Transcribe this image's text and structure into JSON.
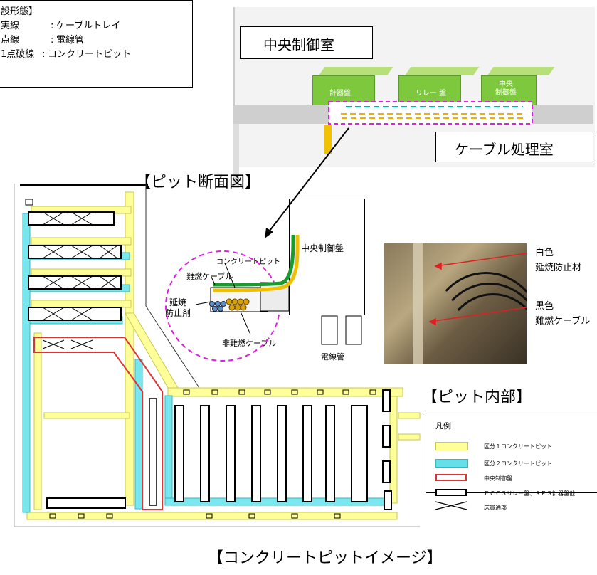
{
  "legend_top": {
    "title": "設形態】",
    "rows": [
      {
        "kind": "実線",
        "sep": ":",
        "desc": "ケーブルトレイ"
      },
      {
        "kind": "点線",
        "sep": ":",
        "desc": "電線管"
      },
      {
        "kind": "1点破線",
        "sep": ":",
        "desc": "コンクリートピット"
      }
    ]
  },
  "building": {
    "control_room": "中央制御室",
    "cable_room": "ケーブル処理室",
    "panels": [
      {
        "label": "計器盤"
      },
      {
        "label": "リレー 盤"
      },
      {
        "label": "中央\n制御盤"
      }
    ]
  },
  "section": {
    "title": "【ピット断面図】",
    "panel_label": "中央制御盤",
    "concrete_pit": "コンクリートピット",
    "flame_retardant_cable": "難燃ケーブル",
    "fire_stop_agent": "延焼\n防止剤",
    "non_flame_cable": "非難燃ケーブル",
    "conduit": "電線管"
  },
  "photo": {
    "title": "【ピット内部】",
    "white_label_1": "白色",
    "white_label_2": "延焼防止材",
    "black_label_1": "黒色",
    "black_label_2": "難燃ケーブル"
  },
  "plan": {
    "title": "【コンクリートピットイメージ】",
    "legend_title": "凡例",
    "legend_items": [
      {
        "label": "区分１コンクリートピット",
        "color": "#ffff99"
      },
      {
        "label": "区分２コンクリートピット",
        "color": "#66e0e8"
      },
      {
        "label": "中央制御盤",
        "color": "#d33"
      },
      {
        "label": "ＥＣＣＳリレー盤、ＲＰＳ計器盤他",
        "color": "#000"
      },
      {
        "label": "床貫通部",
        "color": "#000"
      }
    ]
  }
}
